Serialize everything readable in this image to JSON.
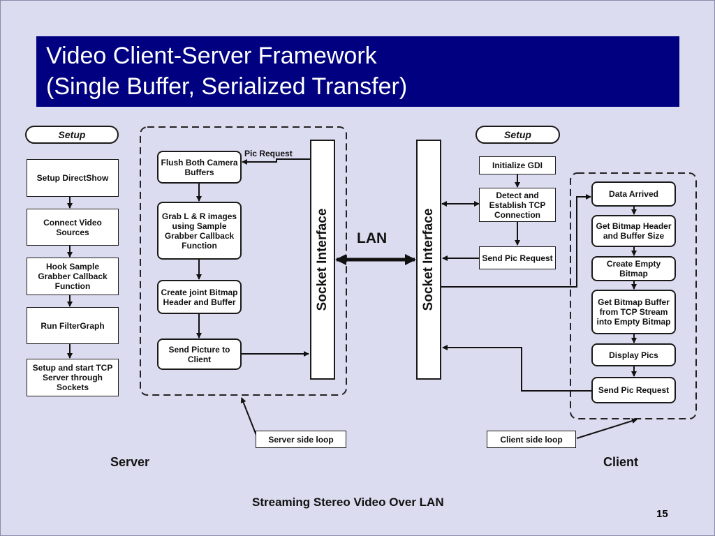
{
  "title": {
    "line1": "Video Client-Server Framework",
    "line2": "(Single Buffer, Serialized Transfer)"
  },
  "server": {
    "setup_label": "Setup",
    "setup_steps": [
      "Setup DirectShow",
      "Connect Video Sources",
      "Hook Sample Grabber Callback Function",
      "Run FilterGraph",
      "Setup and start TCP Server through Sockets"
    ],
    "loop_steps": [
      "Flush Both Camera Buffers",
      "Grab L & R images using Sample Grabber Callback Function",
      "Create joint Bitmap Header and Buffer",
      "Send Picture to Client"
    ],
    "pic_request_label": "Pic Request",
    "socket_label": "Socket Interface",
    "loop_caption": "Server side loop",
    "side_label": "Server"
  },
  "lan_label": "LAN",
  "client": {
    "setup_label": "Setup",
    "setup_steps": [
      "Initialize GDI",
      "Detect and Establish TCP Connection",
      "Send Pic Request"
    ],
    "loop_steps": [
      "Data Arrived",
      "Get Bitmap Header and Buffer Size",
      "Create Empty Bitmap",
      "Get Bitmap Buffer from TCP Stream into Empty Bitmap",
      "Display Pics",
      "Send Pic Request"
    ],
    "socket_label": "Socket Interface",
    "loop_caption": "Client side loop",
    "side_label": "Client"
  },
  "footer": "Streaming Stereo Video Over LAN",
  "page_number": "15",
  "colors": {
    "title_bg": "#000080",
    "slide_bg": "#dcdcf0"
  }
}
